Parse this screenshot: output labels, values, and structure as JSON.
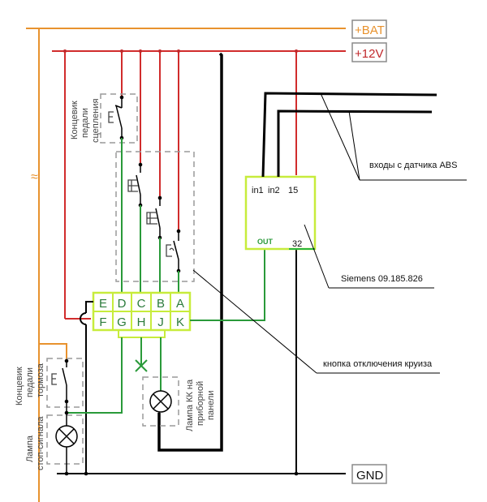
{
  "colors": {
    "bat": "#e8922e",
    "v12": "#d12c2c",
    "green": "#2a9a3a",
    "connector": "#c7ec3c",
    "connector_text": "#2a7a3a",
    "black": "#000000",
    "label_gray": "#444444"
  },
  "rails": {
    "bat_label": "+BAT",
    "v12_label": "+12V",
    "gnd_label": "GND",
    "break_symbol": "≈"
  },
  "connector": {
    "top_row": [
      "E",
      "D",
      "C",
      "B",
      "A"
    ],
    "bottom_row": [
      "F",
      "G",
      "H",
      "J",
      "K"
    ]
  },
  "module": {
    "pins_top": [
      "in1",
      "in2",
      "15"
    ],
    "pin_out": "OUT",
    "pin_32": "32"
  },
  "callouts": {
    "abs_inputs": "входы с датчика ABS",
    "module_name": "Siemens 09.185.826",
    "cruise_off": "кнопка отключения круиза"
  },
  "components": {
    "clutch_switch": [
      "Концевик",
      "педали",
      "сцепления"
    ],
    "brake_switch": [
      "Концевик",
      "педали",
      "тормоза"
    ],
    "brake_lamp": [
      "Лампа",
      "стоп-сигнала"
    ],
    "cruise_lamp": [
      "Лампа КК на",
      "приборной",
      "панели"
    ]
  }
}
